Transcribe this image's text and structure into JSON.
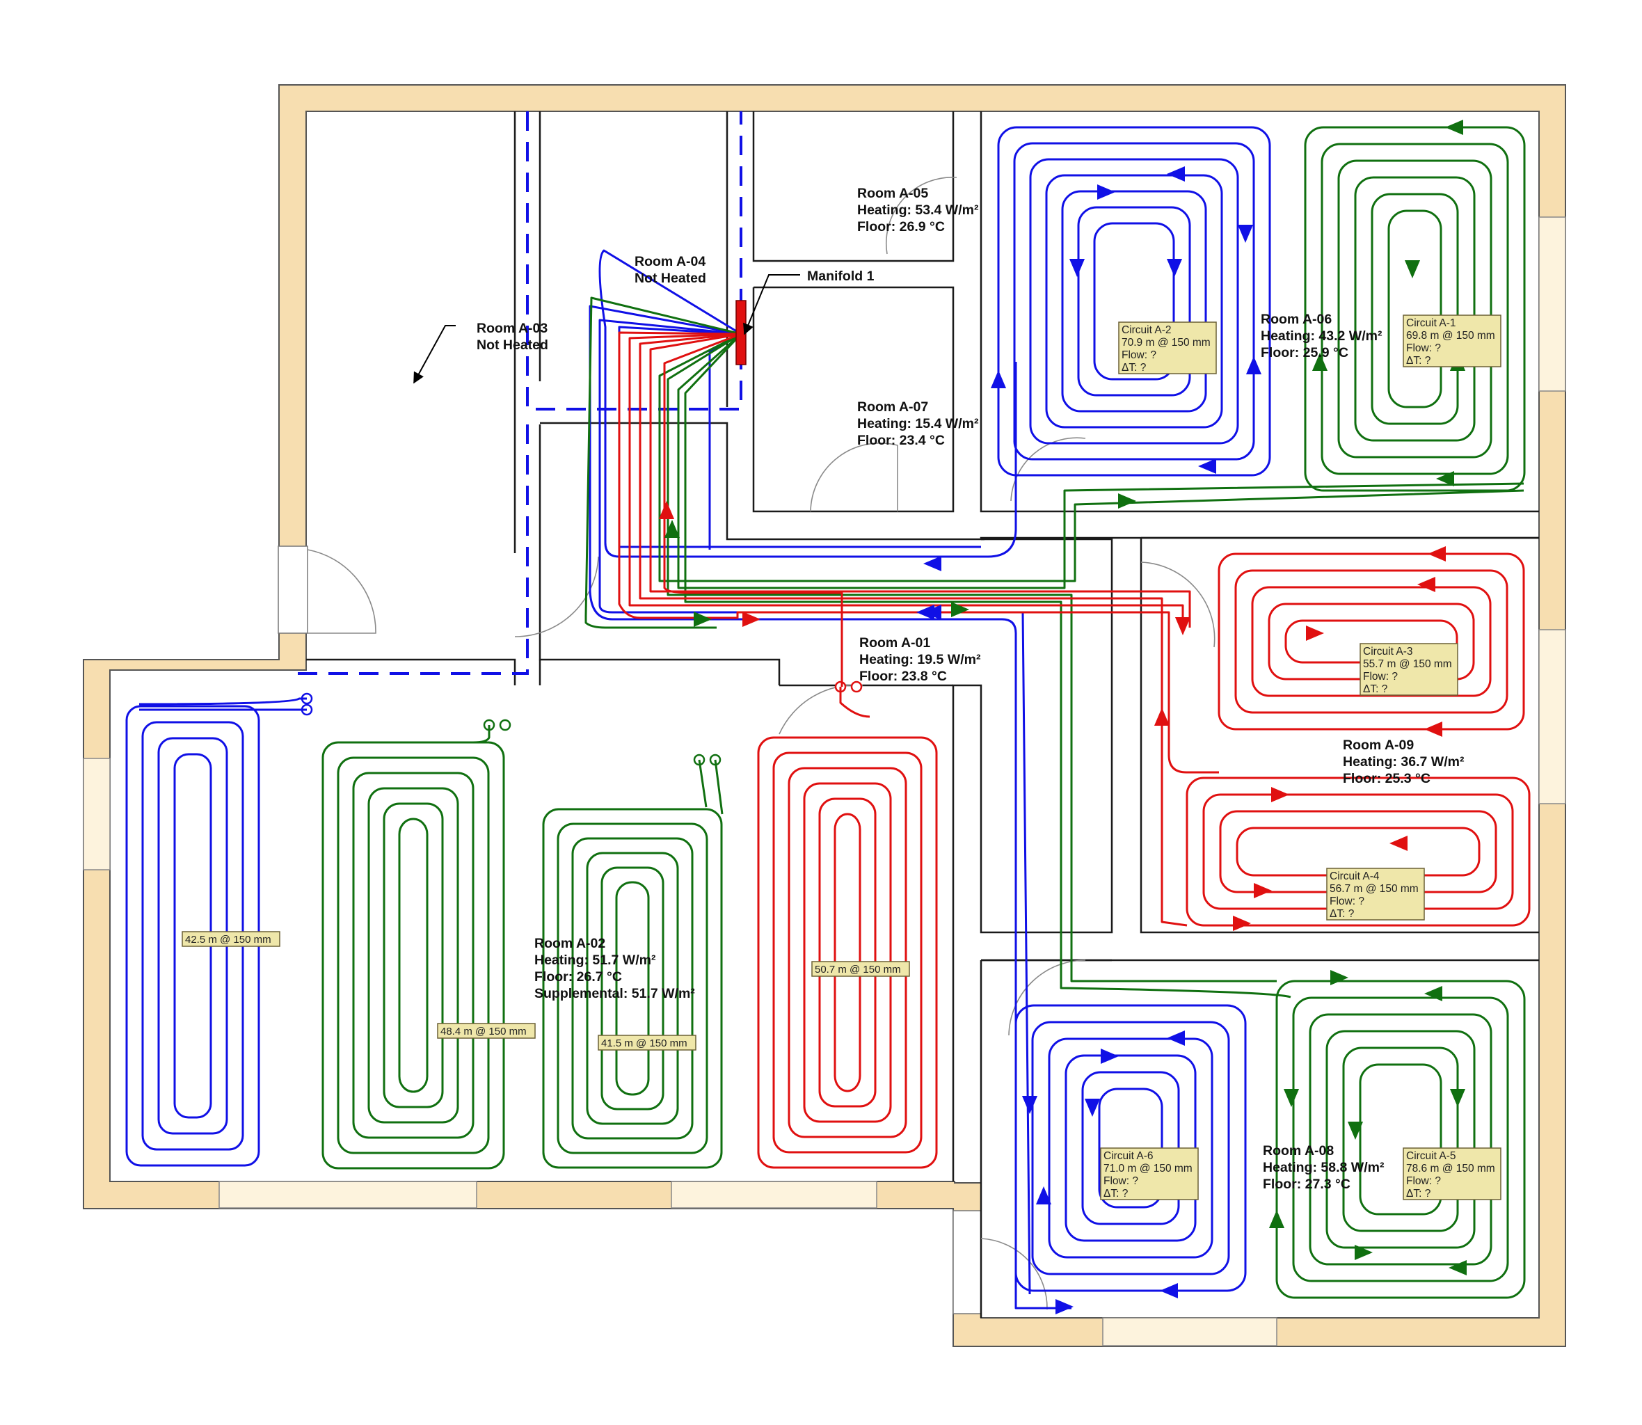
{
  "colors": {
    "supply_blue": "#1010e6",
    "supply_green": "#107010",
    "supply_red": "#e01010",
    "wall_fill": "#f7deb0",
    "tag_fill": "#efe7aa",
    "manifold": "#e01010"
  },
  "manifold": {
    "label": "Manifold 1"
  },
  "rooms": [
    {
      "id": "A-01",
      "lines": [
        "Room A-01",
        "Heating: 19.5 W/m²",
        "Floor: 23.8 °C"
      ]
    },
    {
      "id": "A-02",
      "lines": [
        "Room A-02",
        "Heating: 51.7 W/m²",
        "Floor: 26.7 °C",
        "Supplemental: 51.7 W/m²"
      ]
    },
    {
      "id": "A-03",
      "lines": [
        "Room A-03",
        "Not Heated"
      ]
    },
    {
      "id": "A-04",
      "lines": [
        "Room A-04",
        "Not Heated"
      ]
    },
    {
      "id": "A-05",
      "lines": [
        "Room A-05",
        "Heating: 53.4 W/m²",
        "Floor: 26.9 °C"
      ]
    },
    {
      "id": "A-06",
      "lines": [
        "Room A-06",
        "Heating: 43.2 W/m²",
        "Floor: 25.9 °C"
      ]
    },
    {
      "id": "A-07",
      "lines": [
        "Room A-07",
        "Heating: 15.4 W/m²",
        "Floor: 23.4 °C"
      ]
    },
    {
      "id": "A-08",
      "lines": [
        "Room A-08",
        "Heating: 58.8 W/m²",
        "Floor: 27.3 °C"
      ]
    },
    {
      "id": "A-09",
      "lines": [
        "Room A-09",
        "Heating: 36.7 W/m²",
        "Floor: 25.3 °C"
      ]
    }
  ],
  "circuits": [
    {
      "id": "A-1",
      "color": "green",
      "lines": [
        "Circuit A-1",
        "69.8 m @ 150 mm",
        "Flow: ?",
        "ΔT: ?"
      ]
    },
    {
      "id": "A-2",
      "color": "blue",
      "lines": [
        "Circuit A-2",
        "70.9 m @ 150 mm",
        "Flow: ?",
        "ΔT: ?"
      ]
    },
    {
      "id": "A-3",
      "color": "red",
      "lines": [
        "Circuit A-3",
        "55.7 m @ 150 mm",
        "Flow: ?",
        "ΔT: ?"
      ]
    },
    {
      "id": "A-4",
      "color": "red",
      "lines": [
        "Circuit A-4",
        "56.7 m @ 150 mm",
        "Flow: ?",
        "ΔT: ?"
      ]
    },
    {
      "id": "A-5",
      "color": "green",
      "lines": [
        "Circuit A-5",
        "78.6 m @ 150 mm",
        "Flow: ?",
        "ΔT: ?"
      ]
    },
    {
      "id": "A-6",
      "color": "blue",
      "lines": [
        "Circuit A-6",
        "71.0 m @ 150 mm",
        "Flow: ?",
        "ΔT: ?"
      ]
    }
  ],
  "loops_a02": [
    {
      "color": "blue",
      "label": "42.5 m @ 150 mm"
    },
    {
      "color": "green",
      "label": "48.4 m @ 150 mm"
    },
    {
      "color": "green",
      "label": "41.5 m @ 150 mm"
    },
    {
      "color": "red",
      "label": "50.7 m @ 150 mm"
    }
  ]
}
